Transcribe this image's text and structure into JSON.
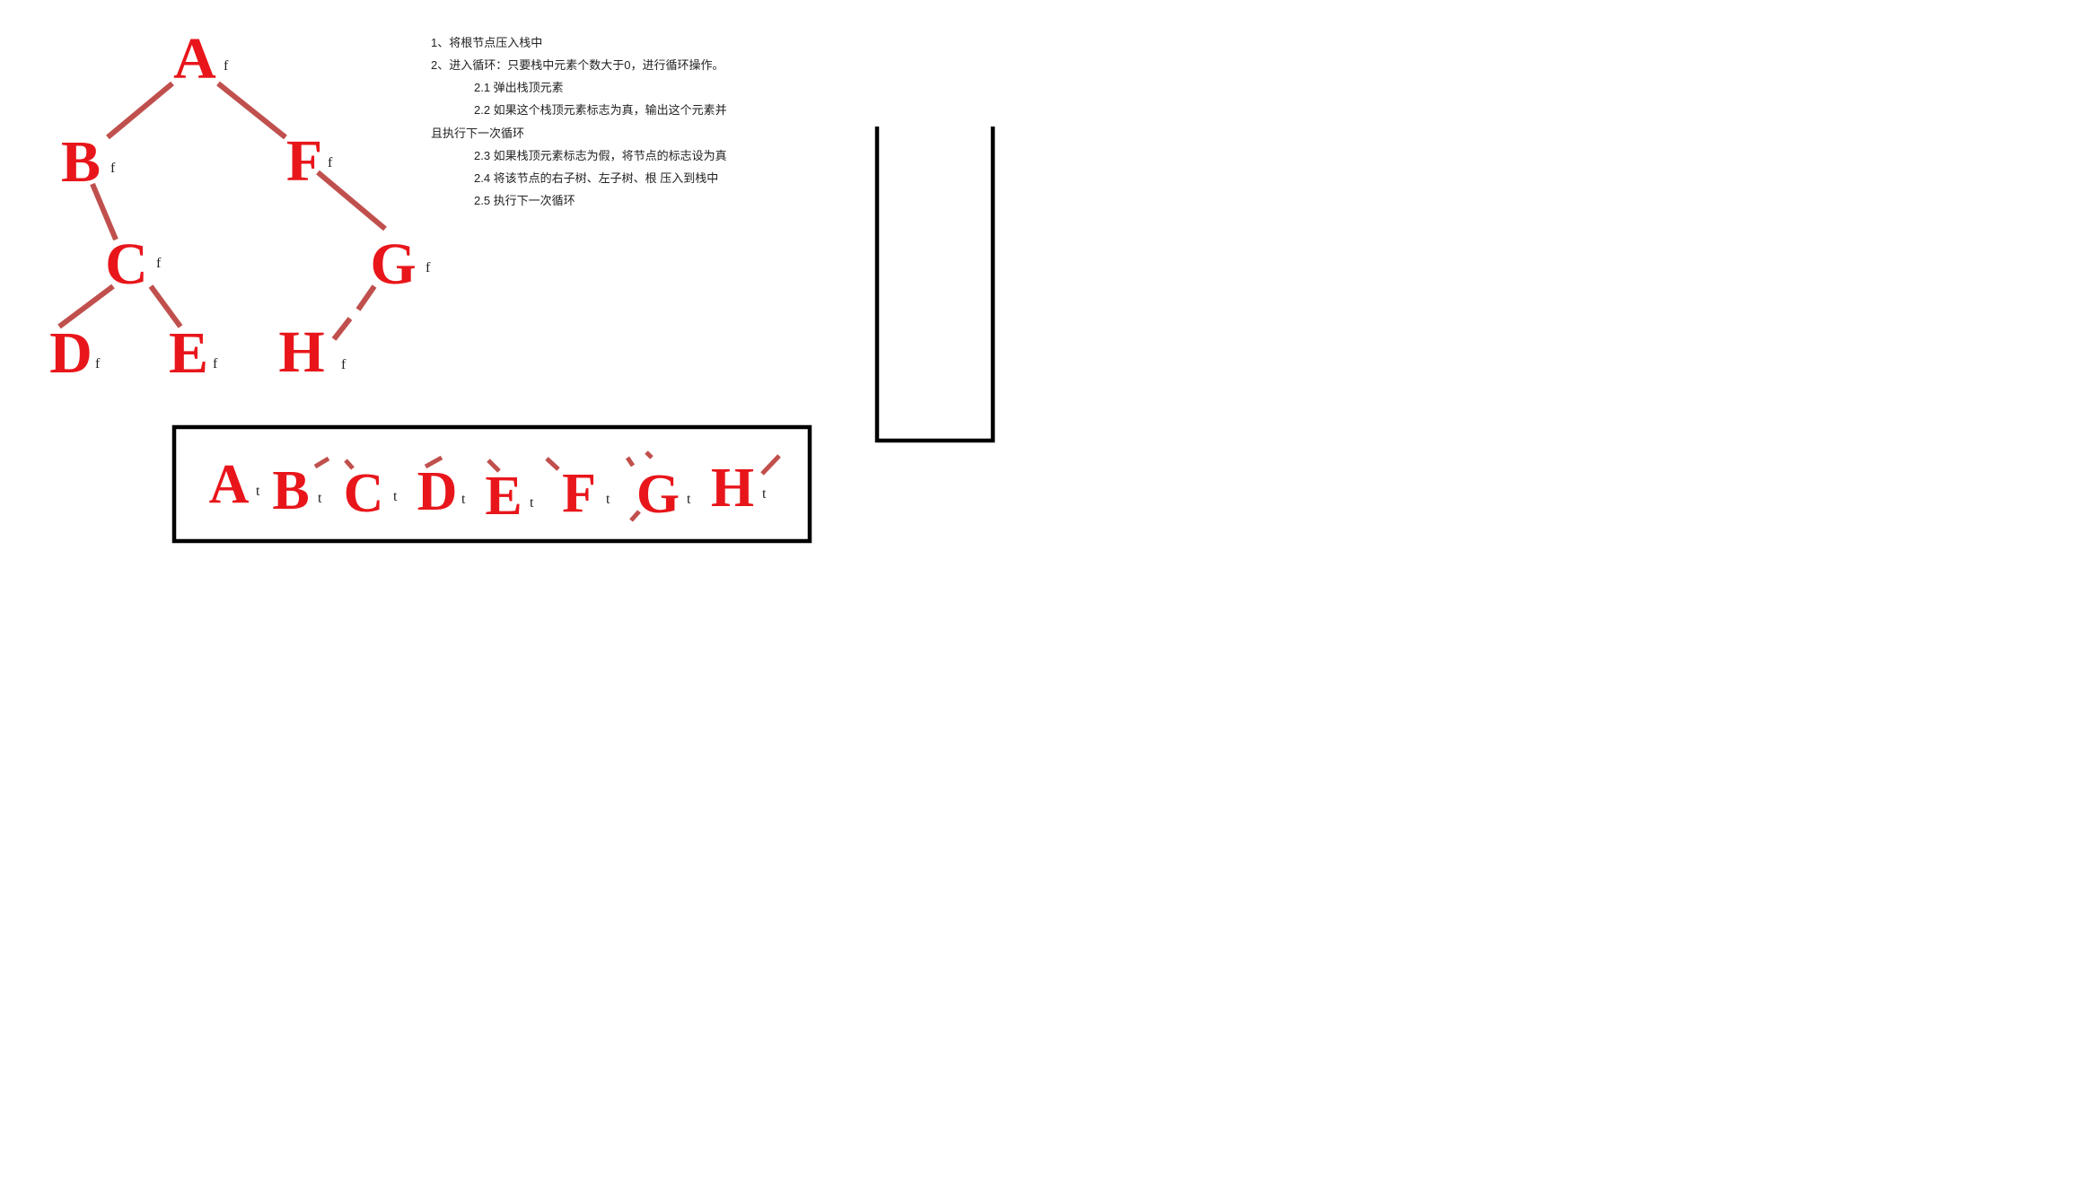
{
  "tree": {
    "nodes": [
      {
        "label": "A",
        "flag": "f"
      },
      {
        "label": "B",
        "flag": "f"
      },
      {
        "label": "F",
        "flag": "f"
      },
      {
        "label": "C",
        "flag": "f"
      },
      {
        "label": "G",
        "flag": "f"
      },
      {
        "label": "D",
        "flag": "f"
      },
      {
        "label": "E",
        "flag": "f"
      },
      {
        "label": "H",
        "flag": "f"
      }
    ]
  },
  "instructions": [
    "1、将根节点压入栈中",
    "2、进入循环：只要栈中元素个数大于0，进行循环操作。",
    "2.1 弹出栈顶元素",
    "2.2 如果这个栈顶元素标志为真，输出这个元素并",
    "且执行下一次循环",
    "2.3 如果栈顶元素标志为假，将节点的标志设为真",
    "2.4 将该节点的右子树、左子树、根 压入到栈中",
    "2.5 执行下一次循环"
  ],
  "output_sequence": [
    {
      "label": "A",
      "flag": "t"
    },
    {
      "label": "B",
      "flag": "t"
    },
    {
      "label": "C",
      "flag": "t"
    },
    {
      "label": "D",
      "flag": "t"
    },
    {
      "label": "E",
      "flag": "t"
    },
    {
      "label": "F",
      "flag": "t"
    },
    {
      "label": "G",
      "flag": "t"
    },
    {
      "label": "H",
      "flag": "t"
    }
  ],
  "colors": {
    "node_text": "#E8161B",
    "edge": "#C0504D",
    "outline": "#000000"
  }
}
